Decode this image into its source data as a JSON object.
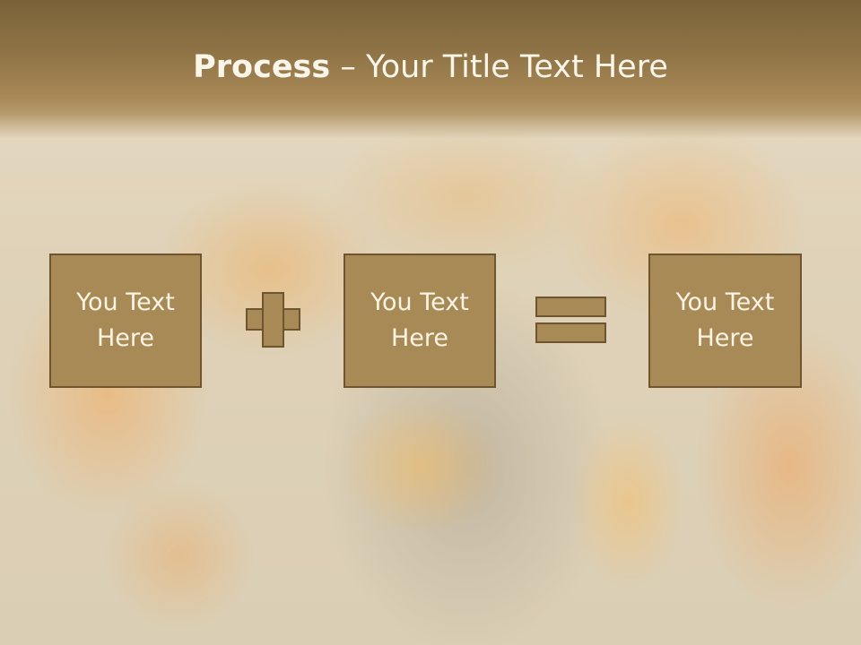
{
  "slide": {
    "title_bold": "Process",
    "title_rest": " – Your Title Text Here",
    "boxes": [
      {
        "line1": "You Text",
        "line2": "Here"
      },
      {
        "line1": "You Text",
        "line2": "Here"
      },
      {
        "line1": "You Text",
        "line2": "Here"
      }
    ],
    "operators": [
      "plus-icon",
      "equals-icon"
    ],
    "colors": {
      "title_band": "#8d7245",
      "box_fill": "#a88a57",
      "box_border": "#6e5530",
      "text": "#fbf4e4"
    }
  }
}
